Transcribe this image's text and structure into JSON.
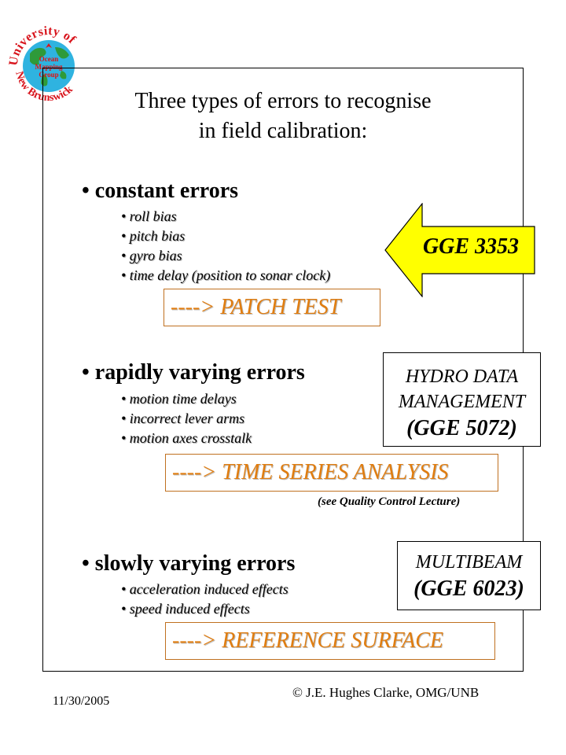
{
  "logo": {
    "ring_text_top": "University of",
    "ring_text_bottom": "New Brunswick",
    "center_lines": [
      "Ocean",
      "Mapping",
      "Group"
    ]
  },
  "title": {
    "line1": "Three types of errors to recognise",
    "line2": "in field calibration:"
  },
  "sections": [
    {
      "heading": "• constant errors",
      "items": [
        "• roll bias",
        "• pitch bias",
        "• gyro bias",
        "• time delay (position to sonar clock)"
      ],
      "result": "----> PATCH TEST"
    },
    {
      "heading": "• rapidly varying errors",
      "items": [
        "• motion time delays",
        "• incorrect lever arms",
        "• motion axes crosstalk"
      ],
      "result": "----> TIME SERIES ANALYSIS",
      "note": "(see Quality Control Lecture)"
    },
    {
      "heading": "• slowly varying errors",
      "items": [
        "• acceleration induced effects",
        "• speed induced effects"
      ],
      "result": "----> REFERENCE SURFACE"
    }
  ],
  "arrow_label": "GGE 3353",
  "course_boxes": [
    {
      "line1": "HYDRO DATA",
      "line2": "MANAGEMENT",
      "line3": "(GGE 5072)"
    },
    {
      "line1": "MULTIBEAM",
      "line2": "(GGE 6023)"
    }
  ],
  "footer": {
    "date": "11/30/2005",
    "copyright": "© J.E. Hughes Clarke, OMG/UNB"
  },
  "colors": {
    "accent_orange": "#e07d10",
    "arrow_yellow": "#ffff00",
    "globe_blue": "#2fb3e0",
    "land_green": "#2e9a3a",
    "logo_red": "#d8141c"
  }
}
